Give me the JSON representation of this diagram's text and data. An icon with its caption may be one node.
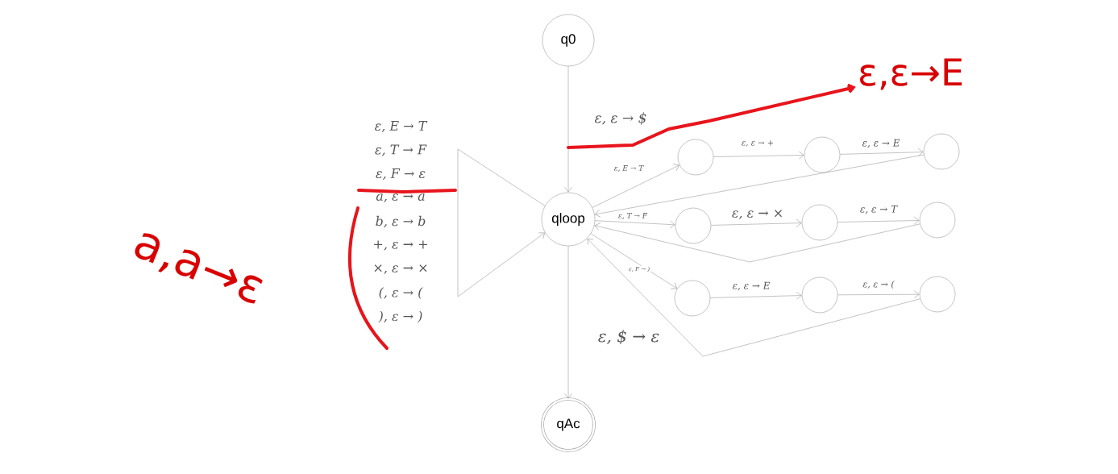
{
  "diagram": {
    "nodes": [
      {
        "text": [
          "q0"
        ]
      },
      {
        "text": [
          "qloop"
        ]
      },
      {
        "text": [
          "qAc"
        ]
      },
      {
        "text": [],
        "shape": "circle"
      },
      {
        "text": [],
        "shape": "circle"
      },
      {
        "text": [],
        "shape": "circle"
      },
      {
        "text": [],
        "shape": "circle"
      },
      {
        "text": [],
        "shape": "circle"
      },
      {
        "text": [],
        "shape": "circle"
      },
      {
        "text": [],
        "shape": "circle"
      },
      {
        "text": [],
        "shape": "circle"
      },
      {
        "text": [],
        "shape": "circle"
      },
      {
        "text": [
          "ε,ε→E"
        ]
      }
    ],
    "edges": [
      {
        "from": 0,
        "to": 1,
        "arrow": "to",
        "label": "ε, ε → $"
      },
      {
        "from": 1,
        "to": 1,
        "arrow": "to"
      },
      {
        "from": 1,
        "to": 3,
        "arrow": "to",
        "label": "ε, E → T"
      },
      {
        "from": 3,
        "to": 4,
        "arrow": "to",
        "label": "ε, ε → +"
      },
      {
        "from": 4,
        "to": 5,
        "arrow": "to",
        "label": "ε, ε → E"
      },
      {
        "from": 5,
        "to": 1,
        "arrow": "to"
      },
      {
        "from": 1,
        "to": 6,
        "arrow": "to",
        "label": "ε, T → F"
      },
      {
        "from": 6,
        "to": 7,
        "arrow": "to",
        "label": "ε, ε → ×"
      },
      {
        "from": 7,
        "to": 8,
        "arrow": "to",
        "label": "ε, ε → T"
      },
      {
        "from": 8,
        "to": 1,
        "arrow": "to"
      },
      {
        "from": 1,
        "to": 9,
        "arrow": "to",
        "label": "ε, F → )"
      },
      {
        "from": 9,
        "to": 10,
        "arrow": "to",
        "label": "ε, ε → E"
      },
      {
        "from": 10,
        "to": 11,
        "arrow": "to",
        "label": "ε, ε → ("
      },
      {
        "from": 11,
        "to": 1,
        "arrow": "to"
      },
      {
        "from": 1,
        "to": 2,
        "arrow": "to",
        "label": "ε, $ → ε"
      },
      {
        "from": null,
        "to": 12,
        "arrow": "to",
        "style": "thick",
        "color": "#e8141c"
      }
    ],
    "labels": [
      "ε, E → T",
      "ε, T → F",
      "ε, F → ε",
      "a, ε → a",
      "b, ε → b",
      "+, ε → +",
      "×, ε → ×",
      "(, ε → (",
      "), ε → )",
      "a,a→ε"
    ]
  }
}
